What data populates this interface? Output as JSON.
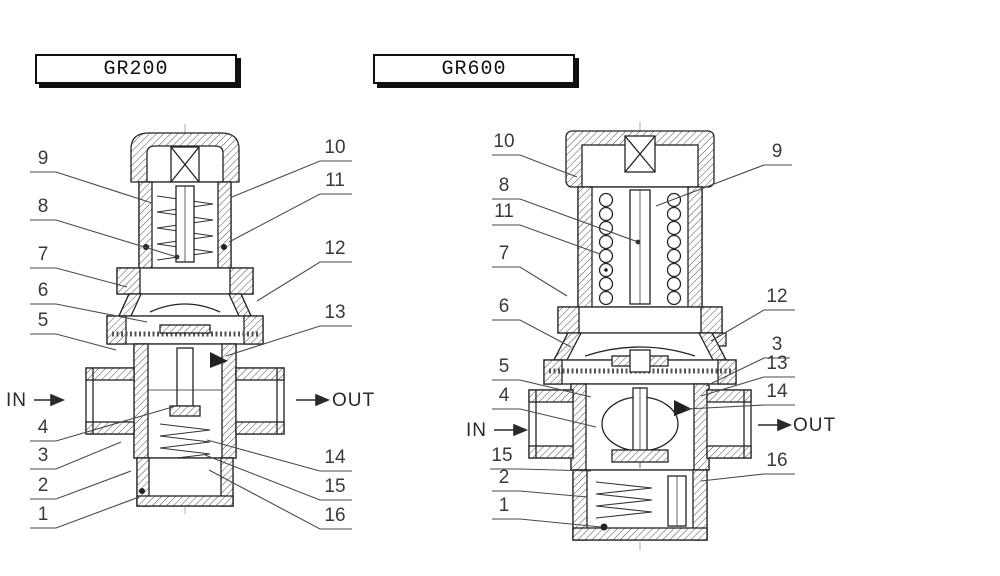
{
  "diagrams": [
    {
      "title": "GR200",
      "in_label": "IN",
      "out_label": "OUT",
      "callouts": {
        "left": [
          "9",
          "8",
          "7",
          "6",
          "5",
          "4",
          "3",
          "2",
          "1"
        ],
        "right": [
          "10",
          "11",
          "12",
          "13",
          "14",
          "15",
          "16"
        ]
      }
    },
    {
      "title": "GR600",
      "in_label": "IN",
      "out_label": "OUT",
      "callouts": {
        "left": [
          "10",
          "8",
          "11",
          "7",
          "6",
          "5",
          "4",
          "15",
          "2",
          "1"
        ],
        "right": [
          "9",
          "12",
          "3",
          "13",
          "14",
          "16"
        ]
      }
    }
  ]
}
